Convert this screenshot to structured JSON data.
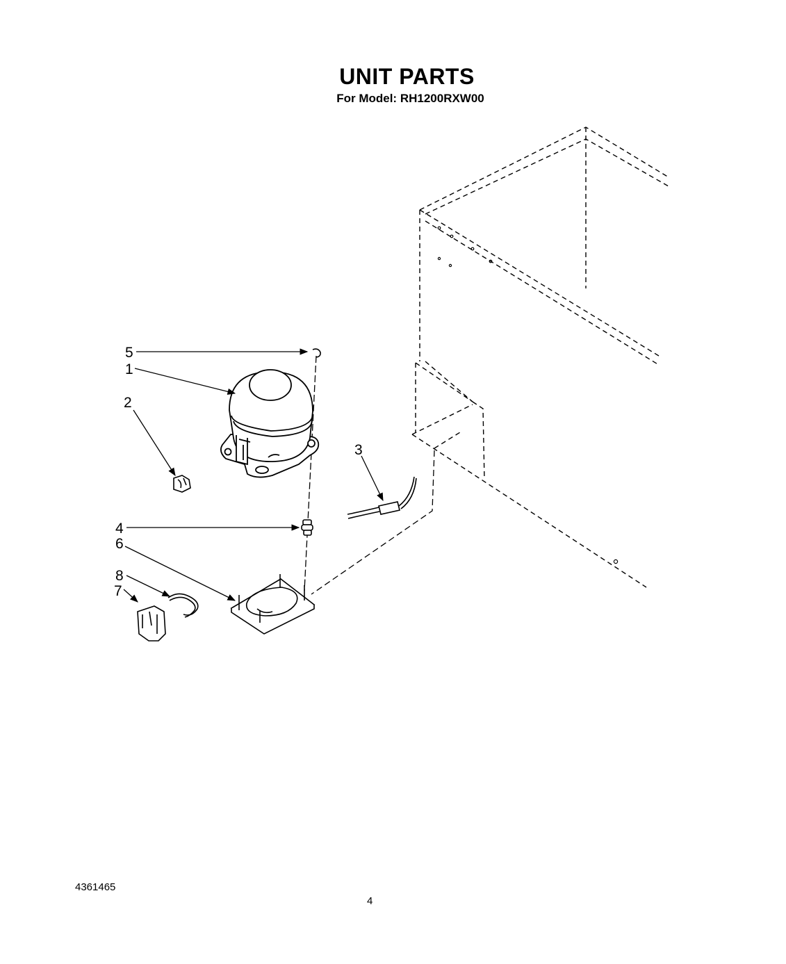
{
  "header": {
    "title": "UNIT PARTS",
    "subtitle": "For Model: RH1200RXW00"
  },
  "callouts": [
    {
      "id": "5",
      "label": "5"
    },
    {
      "id": "1",
      "label": "1"
    },
    {
      "id": "2",
      "label": "2"
    },
    {
      "id": "3",
      "label": "3"
    },
    {
      "id": "4",
      "label": "4"
    },
    {
      "id": "6",
      "label": "6"
    },
    {
      "id": "8",
      "label": "8"
    },
    {
      "id": "7",
      "label": "7"
    }
  ],
  "footer": {
    "doc_number": "4361465",
    "page_number": "4"
  }
}
